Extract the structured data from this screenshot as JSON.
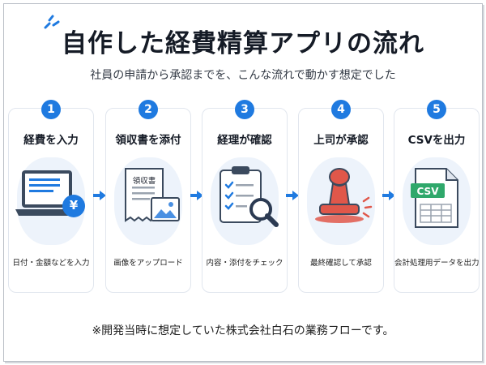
{
  "title": "自作した経費精算アプリの流れ",
  "subtitle": "社員の申請から承認までを、こんな流れで動かす想定でした",
  "steps": [
    {
      "number": "1",
      "title": "経費を入力",
      "caption": "日付・金額などを入力",
      "currency_symbol": "¥"
    },
    {
      "number": "2",
      "title": "領収書を添付",
      "caption": "画像をアップロード",
      "receipt_label": "領収書"
    },
    {
      "number": "3",
      "title": "経理が確認",
      "caption": "内容・添付をチェック"
    },
    {
      "number": "4",
      "title": "上司が承認",
      "caption": "最終確認して承認"
    },
    {
      "number": "5",
      "title": "CSVを出力",
      "caption": "会計処理用データを出力",
      "file_label": "CSV"
    }
  ],
  "footer_note": "※開発当時に想定していた株式会社白石の業務フローです。",
  "colors": {
    "accent": "#1f7ae0",
    "light_blue": "#edf3fb",
    "stamp_red": "#e0574a",
    "csv_green": "#2fa86b"
  }
}
